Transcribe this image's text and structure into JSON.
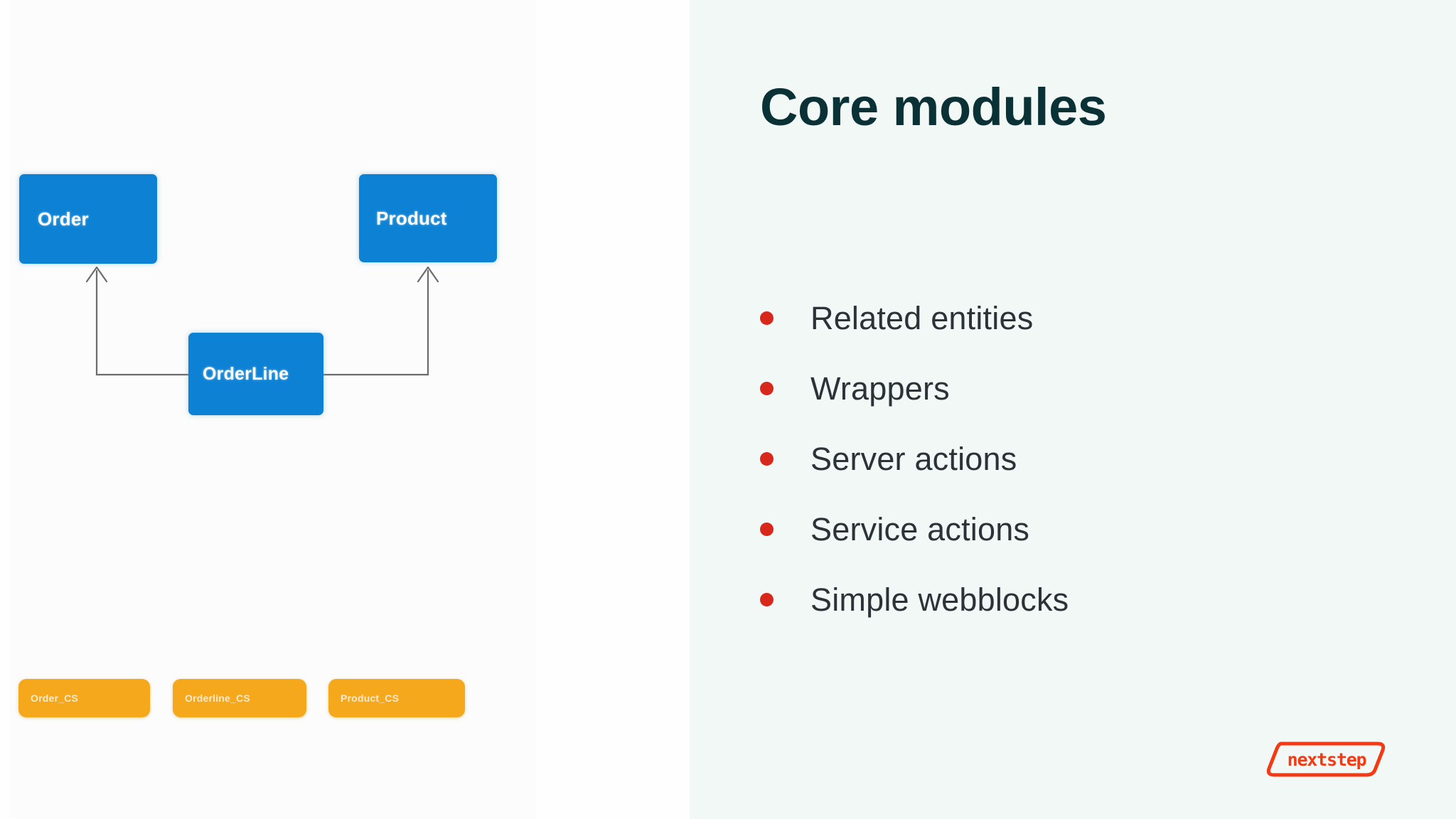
{
  "slide": {
    "title": "Core modules",
    "layout": "two-panel-split"
  },
  "colors": {
    "heading": "#0a3136",
    "bullet_dot": "#d8281c",
    "bullet_text": "#2b3338",
    "right_panel_bg": "#f2f8f6",
    "left_panel_bg": "#ffffff",
    "entity_box": "#0d82d4",
    "cs_box": "#f6a81c",
    "logo": "#f43a15",
    "connector": "#6c6c6c"
  },
  "bullets": [
    {
      "label": "Related entities"
    },
    {
      "label": "Wrappers"
    },
    {
      "label": "Server actions"
    },
    {
      "label": "Service actions"
    },
    {
      "label": "Simple webblocks"
    }
  ],
  "diagram": {
    "type": "entity-relationship",
    "entities": [
      {
        "id": "order",
        "label": "Order"
      },
      {
        "id": "product",
        "label": "Product"
      },
      {
        "id": "orderline",
        "label": "OrderLine"
      }
    ],
    "relations": [
      {
        "from": "orderline",
        "to": "order",
        "arrow": "up"
      },
      {
        "from": "orderline",
        "to": "product",
        "arrow": "up"
      }
    ],
    "core_services": [
      {
        "id": "order_cs",
        "label": "Order_CS"
      },
      {
        "id": "orderline_cs",
        "label": "Orderline_CS"
      },
      {
        "id": "product_cs",
        "label": "Product_CS"
      }
    ]
  },
  "logo": {
    "text": "nextstep"
  }
}
